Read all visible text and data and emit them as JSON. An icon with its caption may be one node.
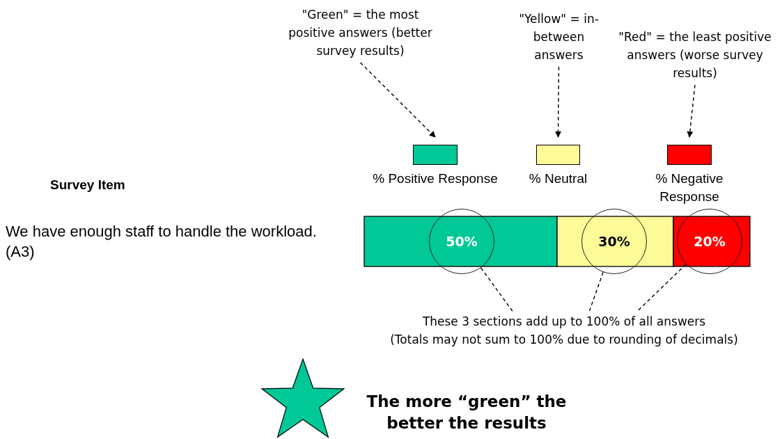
{
  "diagram": {
    "nodes": [
      {
        "text": [
          "\"Green\" = the most positive answers (better survey results)"
        ]
      },
      {
        "text": [
          "\"Yellow\" = in-between answers"
        ]
      },
      {
        "text": [
          "\"Red\" = the least positive answers (worse survey results)"
        ]
      },
      {
        "text": [],
        "shape": "box",
        "beside": [
          "% Positive Response"
        ]
      },
      {
        "text": [],
        "shape": "box",
        "beside": [
          "% Neutral"
        ]
      },
      {
        "text": [],
        "shape": "box",
        "beside": [
          "% Negative Response"
        ]
      },
      {
        "text": [
          "50%"
        ]
      },
      {
        "text": [
          "30%"
        ]
      },
      {
        "text": [
          "20%"
        ]
      },
      {
        "text": [
          "These 3 sections add up to 100% of all answers",
          "(Totals may not sum to 100% due to rounding of decimals)"
        ]
      }
    ],
    "edges": [
      {
        "from": 0,
        "to": 3,
        "arrow": "to",
        "style": "dashed"
      },
      {
        "from": 1,
        "to": 4,
        "arrow": "to",
        "style": "dashed"
      },
      {
        "from": 2,
        "to": 5,
        "arrow": "to",
        "style": "dashed"
      },
      {
        "from": 6,
        "to": 9,
        "arrow": "none",
        "style": "dashed"
      },
      {
        "from": 7,
        "to": 9,
        "arrow": "none",
        "style": "dashed"
      },
      {
        "from": 8,
        "to": 9,
        "arrow": "none",
        "style": "dashed"
      }
    ],
    "labels": [
      "Survey Item",
      "We have enough staff to handle the workload. (A3)",
      "The more “green” the better the results"
    ]
  }
}
